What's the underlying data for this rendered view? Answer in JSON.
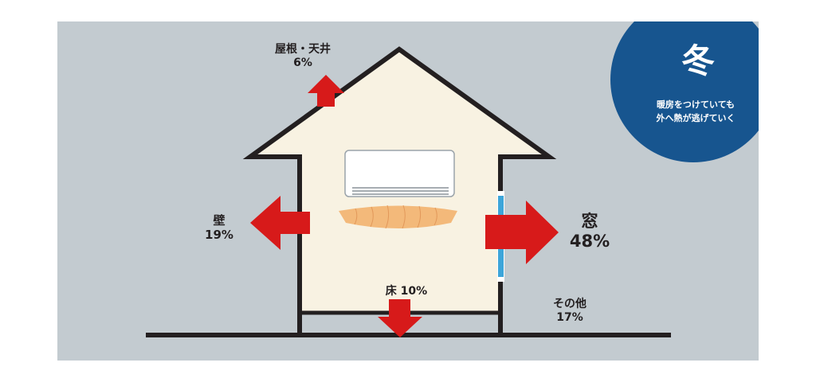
{
  "season": {
    "title": "冬",
    "line1": "暖房をつけていても",
    "line2": "外へ熱が逃げていく"
  },
  "heat_loss": [
    {
      "id": "roof",
      "name": "屋根・天井",
      "percent": "6%"
    },
    {
      "id": "wall",
      "name": "壁",
      "percent": "19%"
    },
    {
      "id": "window",
      "name": "窓",
      "percent": "48%"
    },
    {
      "id": "floor",
      "name": "床",
      "percent": "10%"
    },
    {
      "id": "other",
      "name": "その他",
      "percent": "17%"
    }
  ],
  "colors": {
    "background": "#c3cbd0",
    "house_fill": "#f8f2e2",
    "outline": "#231f20",
    "arrow": "#d71a1a",
    "window": "#3da5d9",
    "badge": "#17558f",
    "warm_air": "#f3b97a"
  },
  "icons": [
    "air-conditioner-icon",
    "warm-air-icon"
  ]
}
